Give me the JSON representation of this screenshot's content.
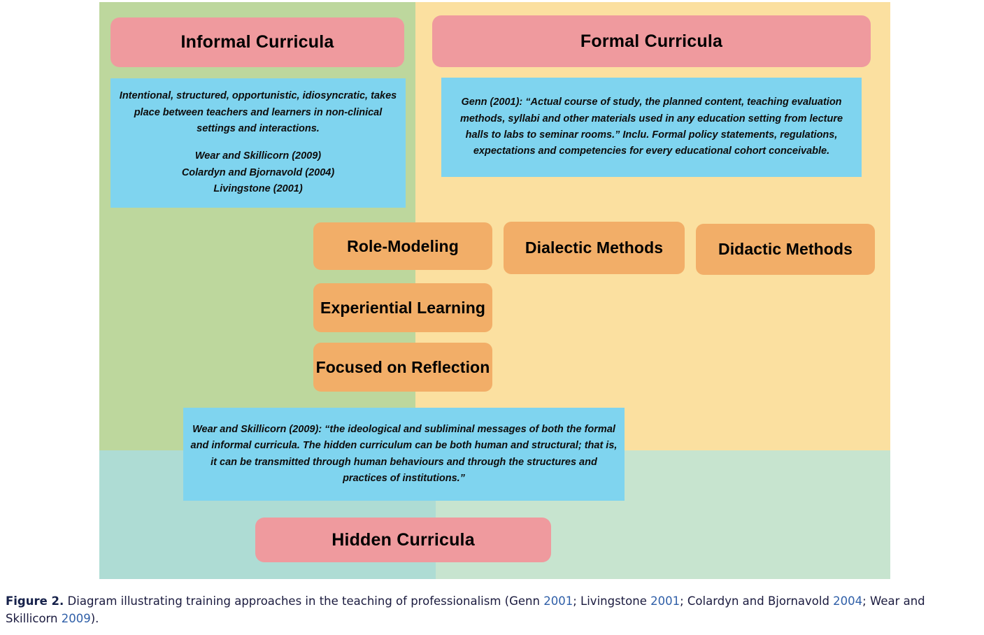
{
  "figure": {
    "panels": {
      "informal_zone": "informal-curricula-zone",
      "formal_zone": "formal-curricula-zone",
      "hidden_zone_left": "hidden-curricula-zone-left",
      "hidden_zone_right": "hidden-curricula-zone-right"
    },
    "headers": {
      "informal": "Informal Curricula",
      "formal": "Formal Curricula",
      "hidden": "Hidden Curricula"
    },
    "descriptions": {
      "informal": {
        "definition": "Intentional, structured, opportunistic, idiosyncratic, takes place between teachers and learners in non-clinical settings and interactions.",
        "references": [
          "Wear and Skillicorn (2009)",
          "Colardyn and Bjornavold (2004)",
          "Livingstone (2001)"
        ]
      },
      "formal": {
        "text": "Genn (2001): “Actual course of study, the planned content, teaching evaluation methods, syllabi and other materials used in any education setting from lecture halls to labs to seminar rooms.” Inclu. Formal policy statements, regulations, expectations and competencies for every educational cohort conceivable."
      },
      "hidden": {
        "text": "Wear and Skillicorn (2009): “the ideological and subliminal messages of both the formal and informal curricula. The hidden curriculum can be both human and structural; that is, it can be transmitted through human behaviours and through the structures and practices of institutions.”"
      }
    },
    "methods": {
      "role_modeling": "Role-Modeling",
      "dialectic": "Dialectic Methods",
      "didactic": "Didactic Methods",
      "experiential": "Experiential Learning",
      "reflection": "Focused on Reflection"
    },
    "colors": {
      "header_box": "#ef9a9e",
      "method_box": "#f2ae68",
      "description_box": "#7fd4ef",
      "informal_panel": "#bdd79d",
      "formal_panel": "#fbe0a0",
      "hidden_panel_left": "#aedcd4",
      "hidden_panel_right": "#c7e4cf",
      "caption_link": "#2f5fa8",
      "caption_text": "#1a1a3e"
    }
  },
  "caption": {
    "label": "Figure 2.",
    "part1": " Diagram illustrating training approaches in the teaching of professionalism (Genn ",
    "year1": "2001",
    "part2": "; Livingstone ",
    "year2": "2001",
    "part3": "; Colardyn and Bjornavold ",
    "year3": "2004",
    "part4": "; Wear and Skillicorn ",
    "year4": "2009",
    "part5": ")."
  }
}
